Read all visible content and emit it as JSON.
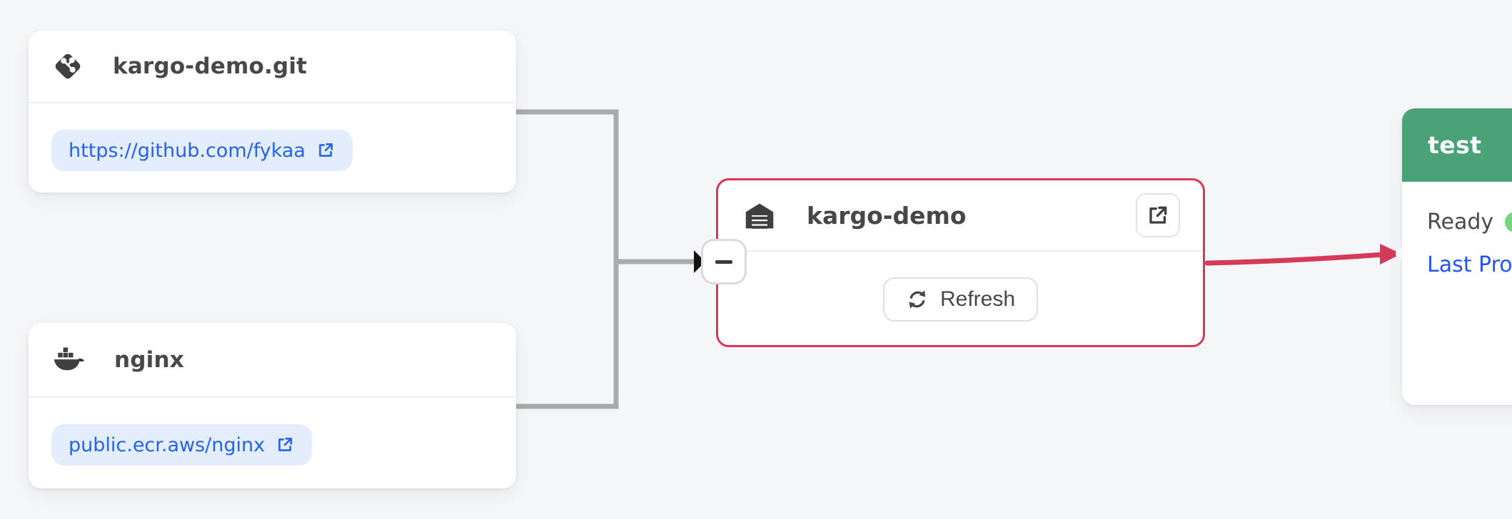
{
  "repo_cards": [
    {
      "title": "kargo-demo.git",
      "icon": "git-icon",
      "link_label": "https://github.com/fykaa"
    },
    {
      "title": "nginx",
      "icon": "docker-icon",
      "link_label": "public.ecr.aws/nginx"
    }
  ],
  "warehouse_node": {
    "title": "kargo-demo",
    "icon": "warehouse-icon",
    "open_button_icon": "external-link-icon",
    "refresh_label": "Refresh",
    "refresh_icon": "refresh-icon",
    "collapse_symbol": "minus-icon"
  },
  "stage_node": {
    "title": "test",
    "status_label": "Ready",
    "status_dot": "green-dot-icon",
    "link_label": "Last Prom"
  },
  "colors": {
    "canvas_bg": "#f5f6f8",
    "node_border_red": "#dc3558",
    "edge_red": "#d63a59",
    "edge_gray": "#a9aaae",
    "stage_header_green": "#4aa278",
    "status_dot_green": "#75d67e",
    "link_blue": "#2563eb",
    "link_pill_bg": "#e4edfc",
    "title_gray": "#474747"
  }
}
